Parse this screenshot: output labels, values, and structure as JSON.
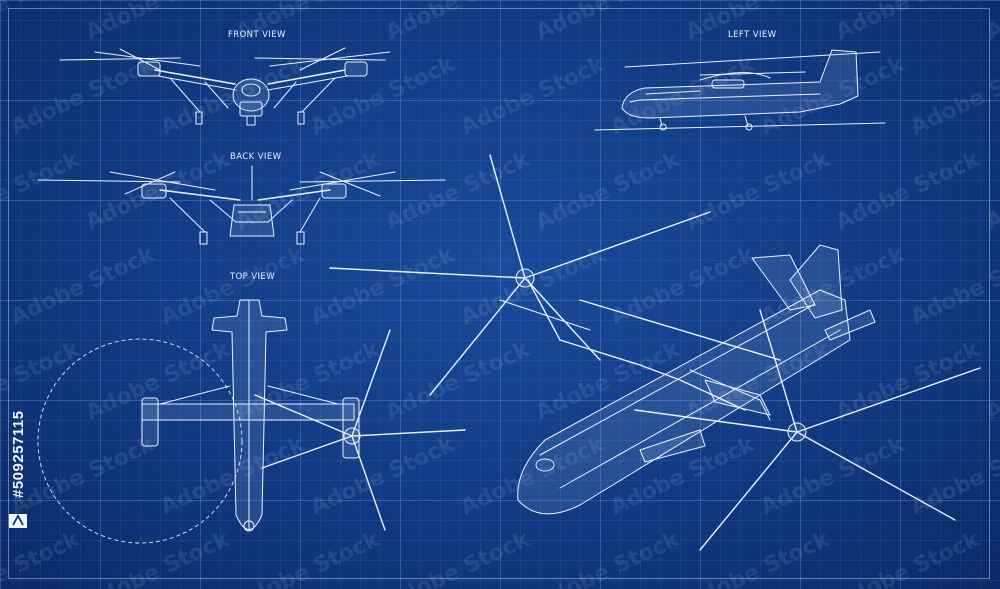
{
  "views": {
    "front": "FRONT VIEW",
    "left": "LEFT VIEW",
    "back": "BACK VIEW",
    "top": "TOP VIEW"
  },
  "watermark": {
    "text": "Adobe Stock"
  },
  "stock_id": "#509257115",
  "colors": {
    "background": "#113a82",
    "line": "#e8f2ff"
  }
}
